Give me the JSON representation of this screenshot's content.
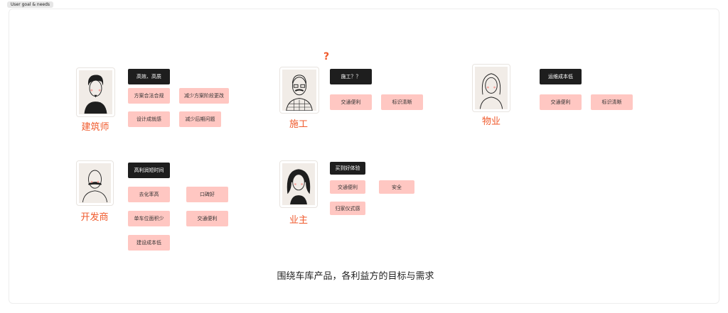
{
  "tag": "User goal & needs",
  "caption": "围绕车库产品，各利益方的目标与需求",
  "question_mark": "?",
  "stakeholders": {
    "architect": {
      "name": "建筑师",
      "goal": "高效、高质",
      "needs": [
        "方案合法合规",
        "减少方案阶段更改",
        "设计成就感",
        "减少后期问题"
      ]
    },
    "construction": {
      "name": "施工",
      "goal": "施工？？",
      "needs": [
        "交通便利",
        "标识清晰"
      ]
    },
    "property": {
      "name": "物业",
      "goal": "运维成本低",
      "needs": [
        "交通便利",
        "标识清晰"
      ]
    },
    "developer": {
      "name": "开发商",
      "goal": "高利润短时间",
      "needs": [
        "去化率高",
        "口碑好",
        "单车位面积少",
        "交通便利",
        "建设成本低"
      ]
    },
    "owner": {
      "name": "业主",
      "goal": "买到好体验",
      "needs": [
        "交通便利",
        "安全",
        "归家仪式感"
      ]
    }
  }
}
